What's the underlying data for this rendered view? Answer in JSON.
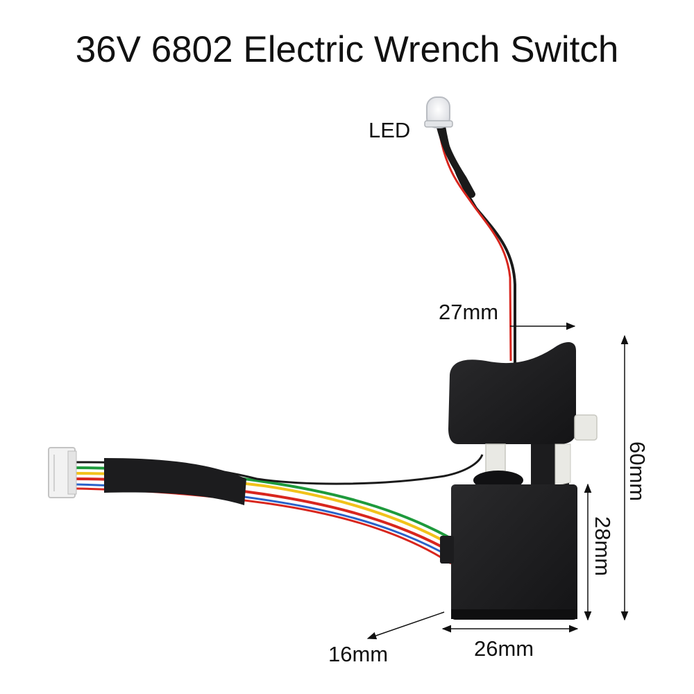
{
  "title": "36V 6802 Electric Wrench Switch",
  "labels": {
    "led": "LED",
    "width_top": "27mm",
    "height_total": "60mm",
    "height_box": "28mm",
    "width_bottom": "26mm",
    "depth": "16mm"
  },
  "colors": {
    "background": "#ffffff",
    "text": "#111111",
    "housing": "#1c1c1e",
    "wire_red": "#d8261e",
    "wire_black": "#1a1a1a",
    "wire_yellow": "#f2c21b",
    "wire_green": "#1e9a3c",
    "wire_blue": "#2a62c9",
    "connector": "#f2f2f2",
    "plunger": "#e9e9e4"
  }
}
